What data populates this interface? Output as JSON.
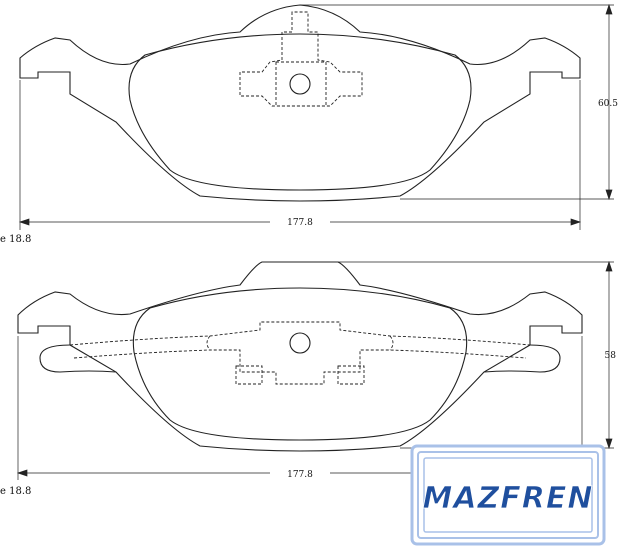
{
  "drawings": [
    {
      "width_label": "177.8",
      "height_label": "60.5",
      "thickness_label": "e 18.8"
    },
    {
      "width_label": "177.8",
      "height_label": "58",
      "thickness_label": "e 18.8"
    }
  ],
  "brand": {
    "name": "MAZFREN",
    "color_dark": "#1f4f9e",
    "color_light": "#a9c1e8"
  }
}
